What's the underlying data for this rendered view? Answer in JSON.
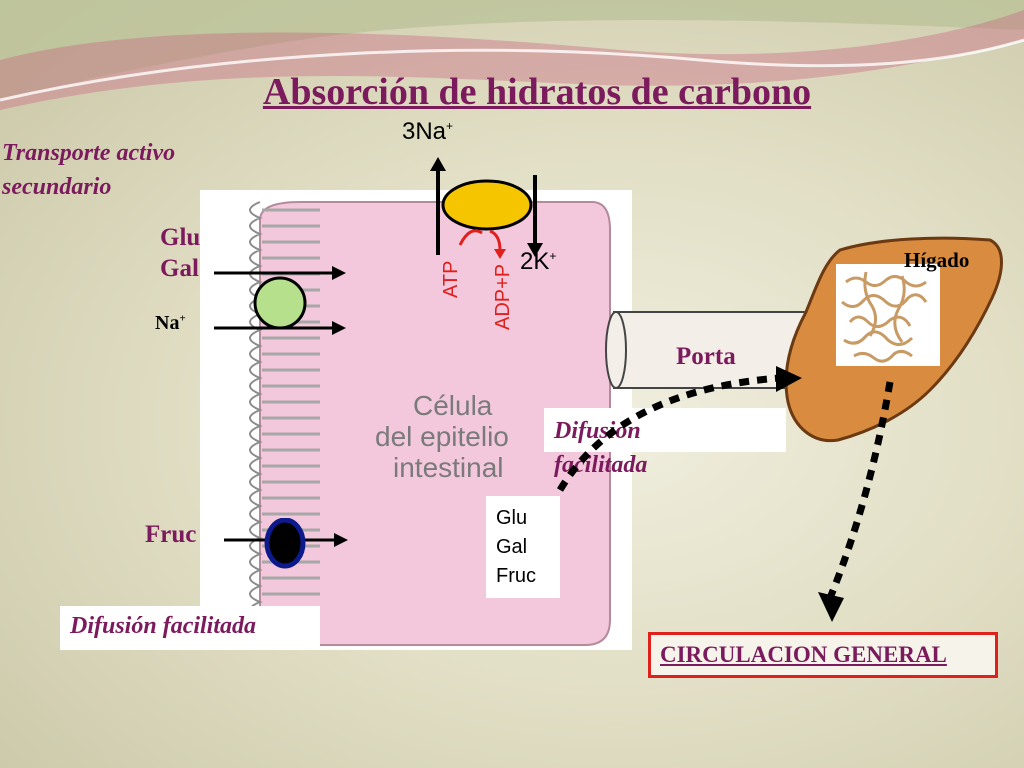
{
  "title": "Absorción de hidratos de carbono",
  "subtitle_line1": "Transporte activo",
  "subtitle_line2": "secundario",
  "pump": {
    "na": "3Na",
    "na_sup": "+",
    "k": "2K",
    "k_sup": "+",
    "atp": "ATP",
    "adp": "ADP+P"
  },
  "apical": {
    "glu": "Glu",
    "gal": "Gal",
    "na": "Na",
    "na_sup": "+",
    "fruc": "Fruc"
  },
  "cell_label": [
    "Célula",
    "del epitelio",
    "intestinal"
  ],
  "basolateral": [
    "Glu",
    "Gal",
    "Fruc"
  ],
  "porta": "Porta",
  "difusion_facilitada_basal_1": "Difusión",
  "difusion_facilitada_basal_2": "facilitada",
  "difusion_facilitada_apical": "Difusión facilitada",
  "higado": "Hígado",
  "circulacion": "CIRCULACION GENERAL",
  "colors": {
    "title": "#7b1a5c",
    "cell": "#f3c8dc",
    "pump": "#f5c600",
    "sglt": "#b6e08c",
    "glut5": "#0d1a8c",
    "arrow": "#e0201c"
  }
}
